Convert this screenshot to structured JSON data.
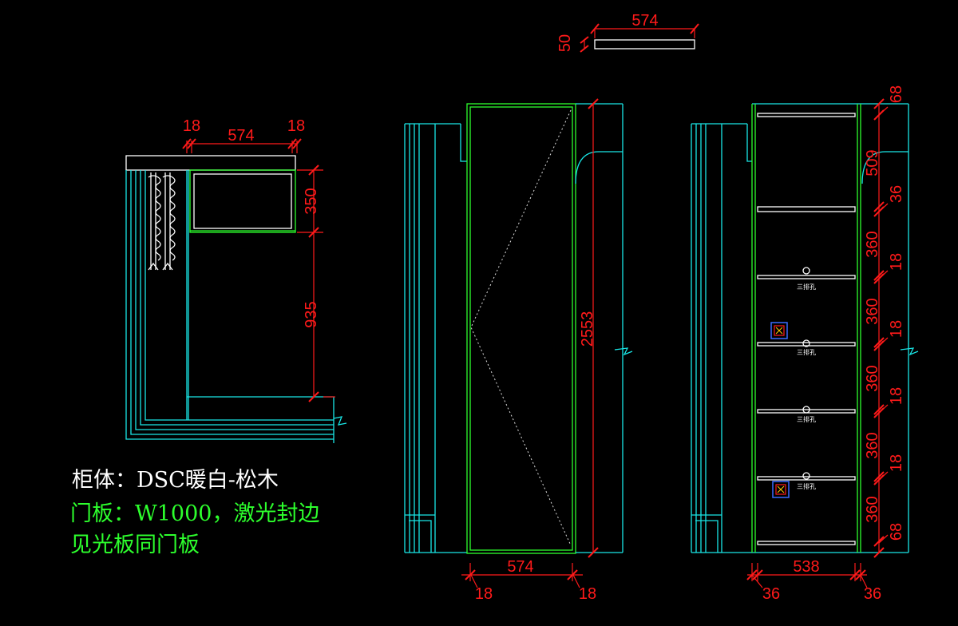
{
  "dimensions": {
    "top_panel_width": "574",
    "top_panel_thickness": "50",
    "left_side_a": "18",
    "left_width": "574",
    "left_side_b": "18",
    "left_upper_height": "350",
    "left_lower_height": "935",
    "mid_height": "2553",
    "mid_width": "574",
    "mid_side_a": "18",
    "mid_side_b": "18",
    "right_top": "68",
    "right_s1": "509",
    "right_b1": "36",
    "right_s2": "360",
    "right_b2": "18",
    "right_s3": "360",
    "right_b3": "18",
    "right_s4": "360",
    "right_b4": "18",
    "right_s5": "360",
    "right_b5": "18",
    "right_s6": "360",
    "right_bottom": "68",
    "right_width": "538",
    "right_side_a": "36",
    "right_side_b": "36"
  },
  "shelf_label": "三排孔",
  "notes": {
    "line1": "柜体：DSC暖白-松木",
    "line2": "门板：W1000，激光封边",
    "line3": "见光板同门板"
  },
  "colors": {
    "background": "#000000",
    "cabinet_outline": "#19e6e6",
    "inner_frame": "#2dff2d",
    "dimension": "#ff1a1a",
    "note_body": "#ffffff",
    "note_door": "#2dff2d"
  }
}
